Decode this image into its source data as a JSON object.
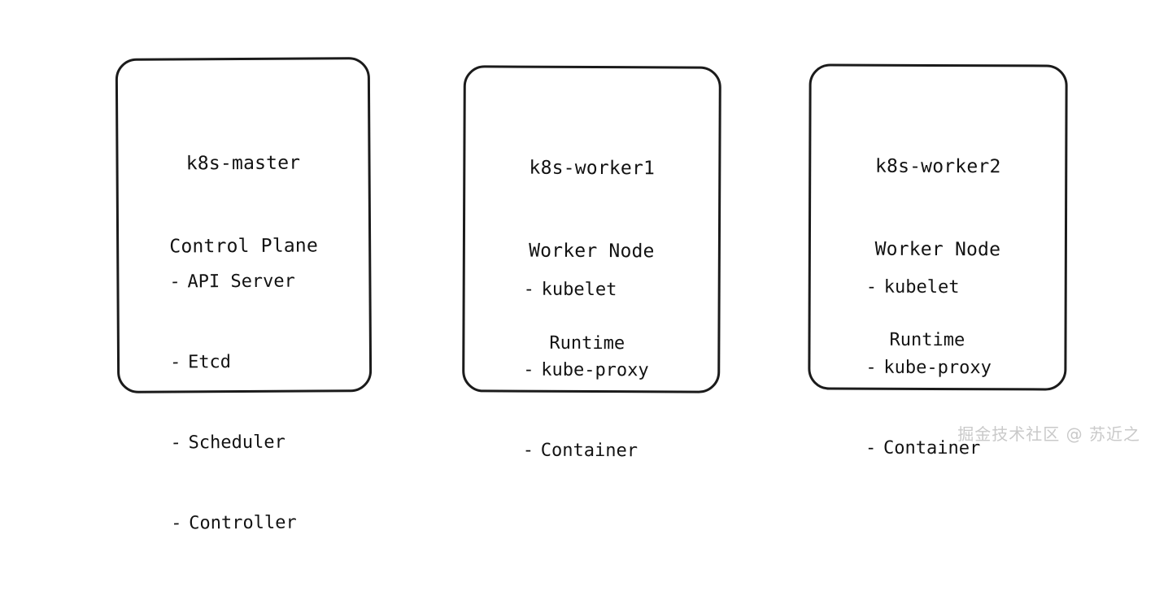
{
  "diagram": {
    "background_color": "#ffffff",
    "stroke_color": "#1b1b1b",
    "text_color": "#121212",
    "nodes": [
      {
        "id": "k8s-master",
        "title_line_1": "k8s-master",
        "title_line_2": "Control Plane",
        "items": [
          {
            "dash": "-",
            "label": "API Server"
          },
          {
            "dash": "-",
            "label": "Etcd"
          },
          {
            "dash": "-",
            "label": "Scheduler"
          },
          {
            "dash": "-",
            "label": "Controller"
          }
        ],
        "footnote": ""
      },
      {
        "id": "k8s-worker1",
        "title_line_1": "k8s-worker1",
        "title_line_2": "Worker Node",
        "items": [
          {
            "dash": "-",
            "label": "kubelet"
          },
          {
            "dash": "-",
            "label": "kube-proxy"
          },
          {
            "dash": "-",
            "label": "Container"
          }
        ],
        "footnote": "Runtime"
      },
      {
        "id": "k8s-worker2",
        "title_line_1": "k8s-worker2",
        "title_line_2": "Worker Node",
        "items": [
          {
            "dash": "-",
            "label": "kubelet"
          },
          {
            "dash": "-",
            "label": "kube-proxy"
          },
          {
            "dash": "-",
            "label": "Container"
          }
        ],
        "footnote": "Runtime"
      }
    ]
  },
  "watermark": {
    "text": "掘金技术社区 @ 苏近之",
    "color": "#c9c9c9"
  }
}
